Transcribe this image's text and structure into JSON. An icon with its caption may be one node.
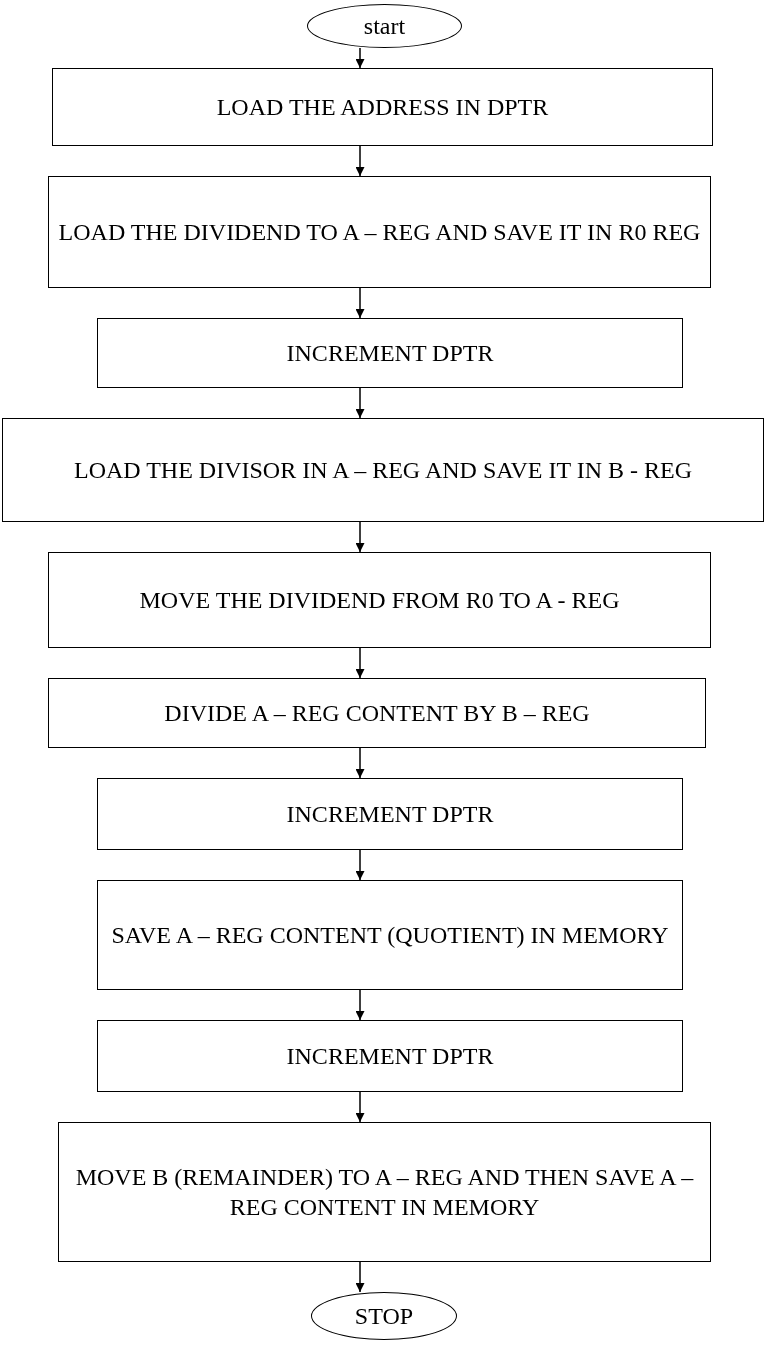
{
  "diagram": {
    "nodes": [
      {
        "text": [
          "start"
        ]
      },
      {
        "text": [
          "LOAD THE ADDRESS IN DPTR"
        ]
      },
      {
        "text": [
          "LOAD THE DIVIDEND TO A – REG AND SAVE IT IN R0 REG"
        ]
      },
      {
        "text": [
          "INCREMENT DPTR"
        ]
      },
      {
        "text": [
          "LOAD THE DIVISOR IN A – REG AND SAVE IT IN B - REG"
        ]
      },
      {
        "text": [
          "MOVE THE DIVIDEND FROM R0 TO A - REG"
        ]
      },
      {
        "text": [
          "DIVIDE A – REG CONTENT BY B – REG"
        ]
      },
      {
        "text": [
          "INCREMENT DPTR"
        ]
      },
      {
        "text": [
          "SAVE A – REG CONTENT (QUOTIENT) IN MEMORY"
        ]
      },
      {
        "text": [
          "INCREMENT DPTR"
        ]
      },
      {
        "text": [
          "MOVE B (REMAINDER) TO A – REG AND THEN SAVE A – REG CONTENT IN MEMORY"
        ]
      },
      {
        "text": [
          "STOP"
        ]
      }
    ],
    "edges": [
      {
        "from": 0,
        "to": 1,
        "arrow": "to"
      },
      {
        "from": 1,
        "to": 2,
        "arrow": "to"
      },
      {
        "from": 2,
        "to": 3,
        "arrow": "to"
      },
      {
        "from": 3,
        "to": 4,
        "arrow": "to"
      },
      {
        "from": 4,
        "to": 5,
        "arrow": "to"
      },
      {
        "from": 5,
        "to": 6,
        "arrow": "to"
      },
      {
        "from": 6,
        "to": 7,
        "arrow": "to"
      },
      {
        "from": 7,
        "to": 8,
        "arrow": "to"
      },
      {
        "from": 8,
        "to": 9,
        "arrow": "to"
      },
      {
        "from": 9,
        "to": 10,
        "arrow": "to"
      },
      {
        "from": 10,
        "to": 11,
        "arrow": "to"
      }
    ]
  }
}
